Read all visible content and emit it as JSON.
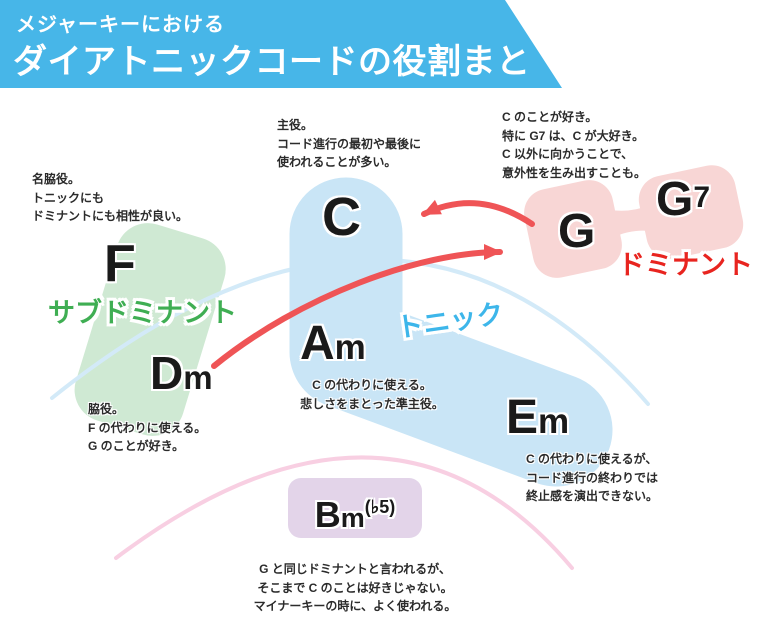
{
  "header": {
    "subtitle": "メジャーキーにおける",
    "title": "ダイアトニックコードの役割まとめ"
  },
  "groups": {
    "tonic": {
      "label": "トニック"
    },
    "subdominant": {
      "label": "サブドミナント"
    },
    "dominant": {
      "label": "ドミナント"
    }
  },
  "chords": {
    "c": {
      "root": "C"
    },
    "am": {
      "root": "A",
      "quality": "m"
    },
    "em": {
      "root": "E",
      "quality": "m"
    },
    "f": {
      "root": "F"
    },
    "dm": {
      "root": "D",
      "quality": "m"
    },
    "g": {
      "root": "G"
    },
    "g7": {
      "root": "G",
      "extension": "7"
    },
    "bm7b5": {
      "root": "B",
      "quality": "m",
      "alteration": "(♭5)"
    }
  },
  "notes": {
    "c": "主役。\nコード進行の最初や最後に\n使われることが多い。",
    "g": "C のことが好き。\n特に G7 は、C が大好き。\nC 以外に向かうことで、\n意外性を生み出すことも。",
    "f": "名脇役。\nトニックにも\nドミナントにも相性が良い。",
    "dm": "脇役。\nF の代わりに使える。\nG のことが好き。",
    "am": "C の代わりに使える。\n悲しさをまとった準主役。",
    "em": "C の代わりに使えるが、\nコード進行の終わりでは\n終止感を演出できない。",
    "bm7b5": "G と同じドミナントと言われるが、\nそこまで C のことは好きじゃない。\nマイナーキーの時に、よく使われる。"
  },
  "colors": {
    "header_bg": "#47b6e8",
    "tonic_fill": "#c9e5f6",
    "tonic_label": "#3db6ea",
    "subdominant_fill": "#cfe9d3",
    "subdominant_label": "#3fae53",
    "dominant_fill": "#f8d6d5",
    "dominant_label": "#e8241f",
    "diminished_fill": "#e3d4e9",
    "arrow_red": "#ef5456",
    "arc_blue": "#d3eaf8",
    "arc_pink": "#f8cfe2",
    "chord_text": "#1a1a1a"
  }
}
